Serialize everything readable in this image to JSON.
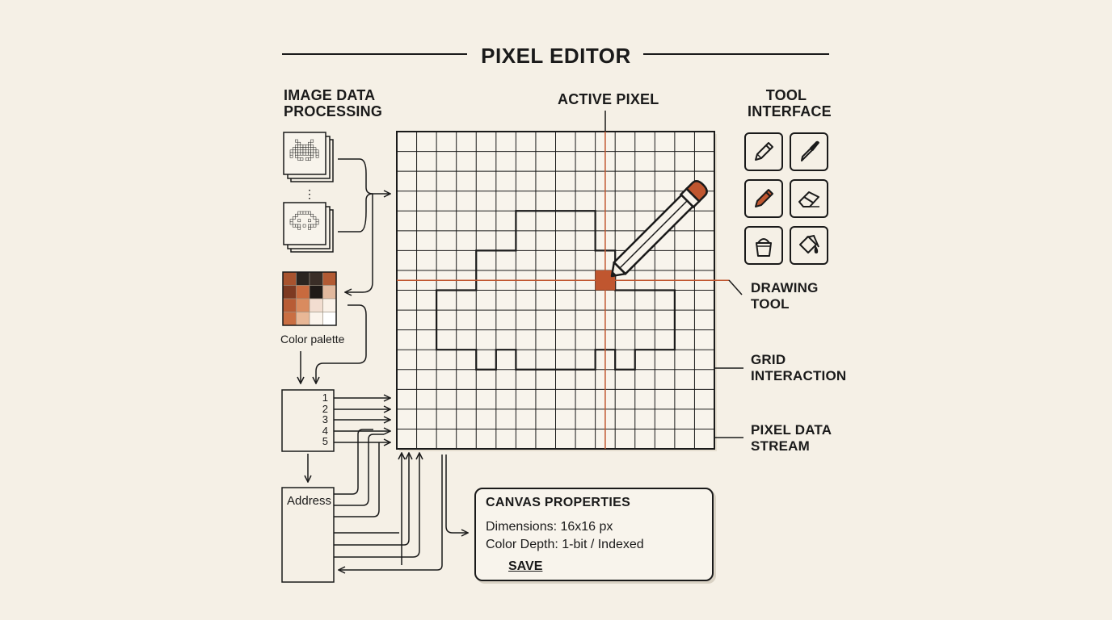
{
  "title": "PIXEL EDITOR",
  "labels": {
    "image_data_processing": [
      "IMAGE DATA",
      "PROCESSING"
    ],
    "active_pixel": "ACTIVE PIXEL",
    "tool_interface": [
      "TOOL",
      "INTERFACE"
    ],
    "drawing_tool": [
      "DRAWING",
      "TOOL"
    ],
    "grid_interaction": [
      "GRID",
      "INTERACTION"
    ],
    "pixel_data_stream": [
      "PIXEL DATA",
      "STREAM"
    ],
    "color_palette": "Color palette",
    "address": "Address",
    "stream_numbers": [
      "1",
      "2",
      "3",
      "4",
      "5"
    ]
  },
  "palette": {
    "cells": [
      [
        "#a8532e",
        "#2b2520",
        "#3a2e27",
        "#b25a33"
      ],
      [
        "#7d3a22",
        "#c86a3e",
        "#1f1a17",
        "#e1b89d"
      ],
      [
        "#b85c35",
        "#d98b5f",
        "#f2ddd0",
        "#faf1e8"
      ],
      [
        "#c96e42",
        "#e8b796",
        "#fbf4ec",
        "#ffffff"
      ]
    ]
  },
  "grid": {
    "cols": 16,
    "rows": 16,
    "active_cell": [
      10,
      7
    ]
  },
  "tools": [
    {
      "name": "pencil",
      "active": true
    },
    {
      "name": "eyedropper",
      "active": false
    },
    {
      "name": "brush",
      "active": true
    },
    {
      "name": "eraser",
      "active": false
    },
    {
      "name": "paint-bucket",
      "active": false
    },
    {
      "name": "fill",
      "active": false
    }
  ],
  "canvas_properties": {
    "title": "CANVAS PROPERTIES",
    "dimensions": "Dimensions: 16x16 px",
    "color_depth": "Color Depth: 1-bit / Indexed",
    "save_label": "SAVE"
  },
  "colors": {
    "accent": "#c0562f",
    "ink": "#1a1a1a",
    "paper": "#f5f0e6"
  }
}
